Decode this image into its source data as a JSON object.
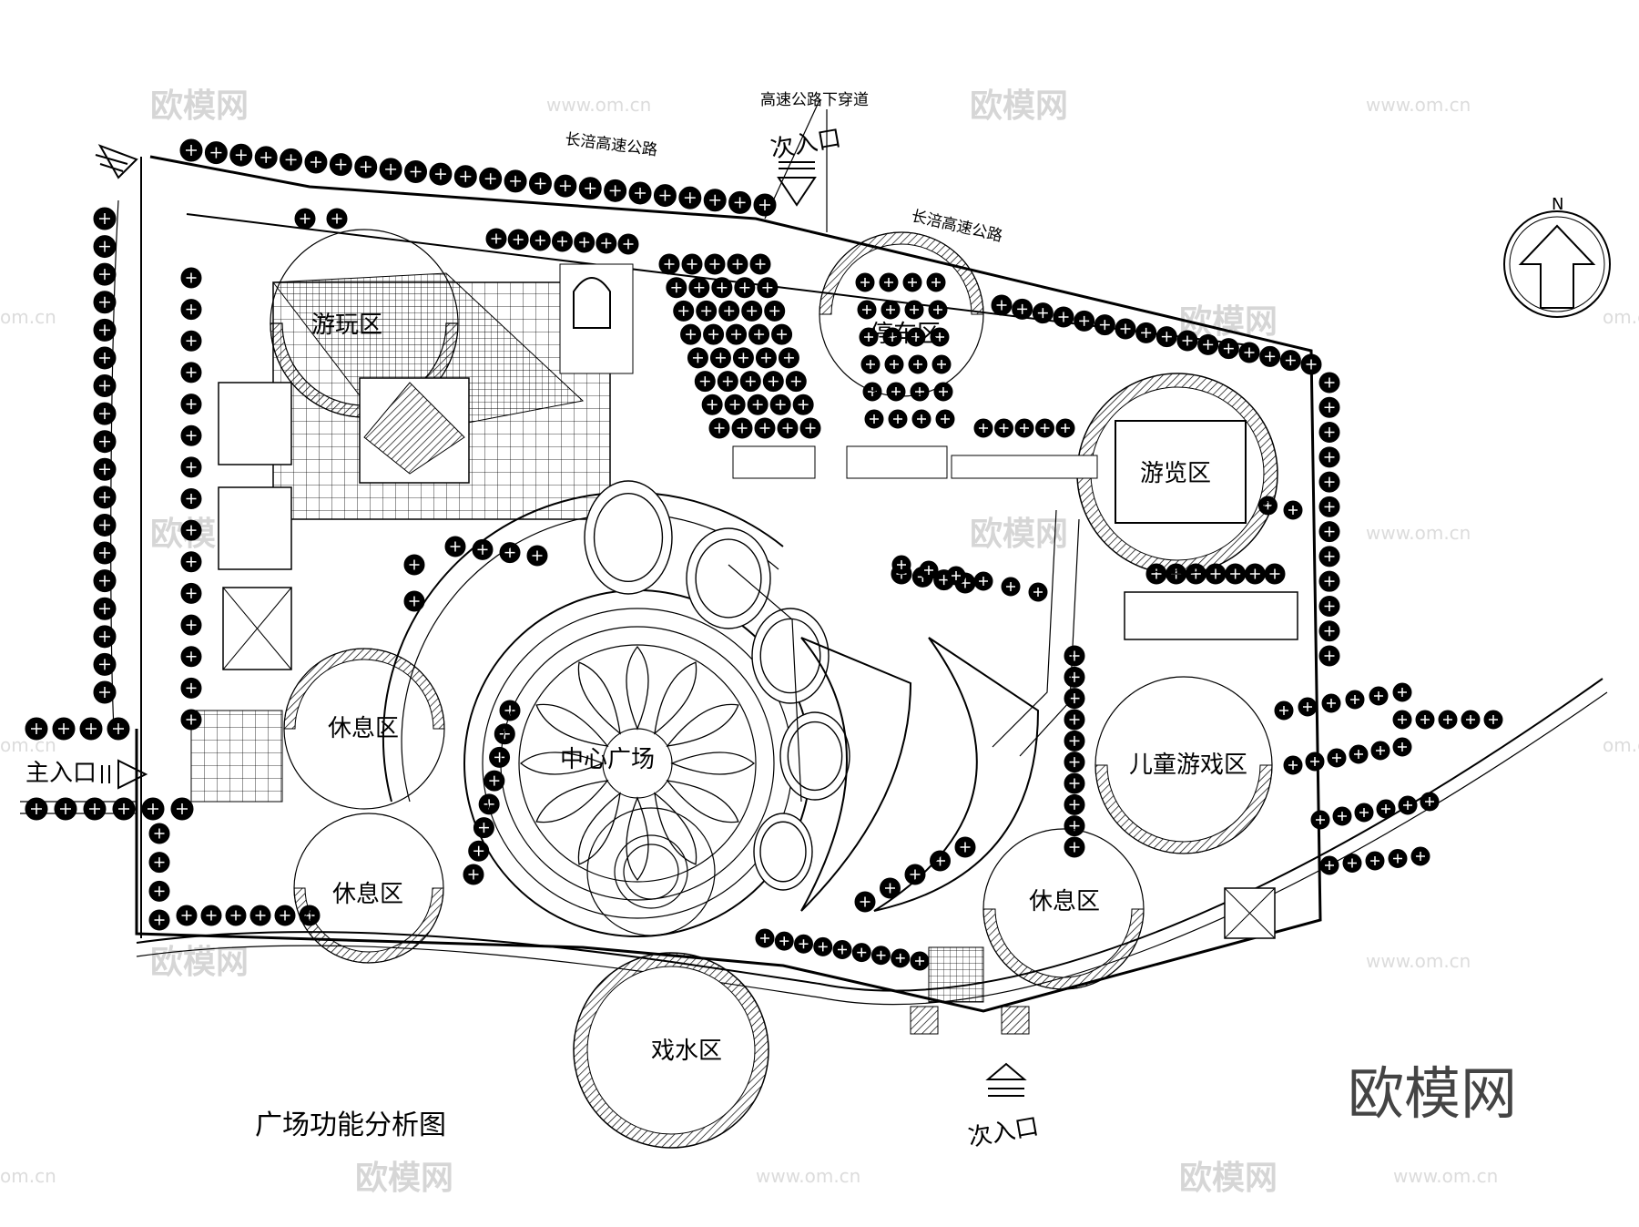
{
  "title": "广场功能分析图",
  "zones": {
    "play": "游玩区",
    "parking": "停车区",
    "tour": "游览区",
    "rest_west": "休息区",
    "rest_southwest": "休息区",
    "center": "中心广场",
    "kids": "儿童游戏区",
    "rest_southeast": "休息区",
    "water": "戏水区"
  },
  "roads": {
    "underpass": "高速公路下穿道",
    "highway_west": "长涪高速公路",
    "highway_east": "长涪高速公路"
  },
  "entrances": {
    "main": "主入口",
    "secondary_north": "次入口",
    "secondary_south": "次入口"
  },
  "compass": {
    "label": "N"
  },
  "watermark": {
    "brand": "欧模网",
    "url": "www.om.cn",
    "url_partial": "om.cn"
  }
}
